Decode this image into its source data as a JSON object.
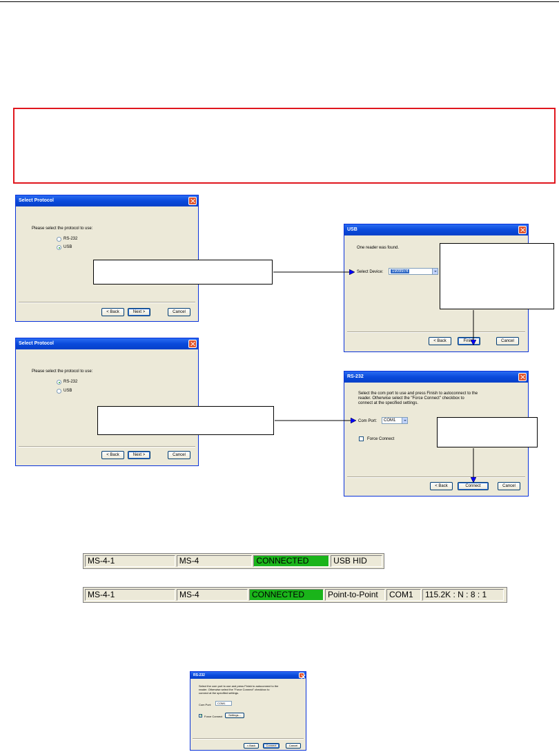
{
  "select_protocol_usb": {
    "title": "Select Protocol",
    "prompt": "Please select the protocol to use:",
    "options": [
      "RS-232",
      "USB"
    ],
    "selected": "USB",
    "buttons": {
      "back": "< Back",
      "next": "Next >",
      "cancel": "Cancel"
    }
  },
  "select_protocol_rs232": {
    "title": "Select Protocol",
    "prompt": "Please select the protocol to use:",
    "options": [
      "RS-232",
      "USB"
    ],
    "selected": "RS-232",
    "buttons": {
      "back": "< Back",
      "next": "Next >",
      "cancel": "Cancel"
    }
  },
  "usb_dialog": {
    "title": "USB",
    "message": "One reader was found.",
    "device_label": "Select Device:",
    "device_value": "1909974",
    "buttons": {
      "back": "< Back",
      "finish": "Finish",
      "cancel": "Cancel"
    }
  },
  "rs232_dialog": {
    "title": "RS-232",
    "message": [
      "Select the com port to use and press Finish to autoconnect to the",
      "reader. Otherwise select the \"Force Connect\" checkbox to",
      "connect at the specified settings."
    ],
    "com_port_label": "Com Port:",
    "com_port_value": "COM1",
    "force_connect_label": "Force Connect",
    "buttons": {
      "back": "< Back",
      "connect": "Connect",
      "cancel": "Cancel"
    }
  },
  "rs232_force_dialog": {
    "title": "RS-232",
    "message": [
      "Select the com port to use and press Finish to autoconnect to the",
      "reader. Otherwise select the \"Force Connect\" checkbox to",
      "connect at the specified settings."
    ],
    "com_port_label": "Com Port:",
    "com_port_value": "COM1",
    "force_connect_label": "Force Connect",
    "settings_label": "Settings...",
    "buttons": {
      "back": "< Back",
      "connect": "Connect",
      "cancel": "Cancel"
    }
  },
  "status_usb": [
    "MS-4-1",
    "MS-4",
    "CONNECTED",
    "USB HID"
  ],
  "status_rs232": [
    "MS-4-1",
    "MS-4",
    "CONNECTED",
    "Point-to-Point",
    "COM1",
    "115.2K : N : 8 : 1"
  ],
  "colors": {
    "connected": "#1ab41a",
    "callout_red": "#e0161d",
    "arrow": "#0000ff",
    "titlebar": "#0a4adb"
  }
}
